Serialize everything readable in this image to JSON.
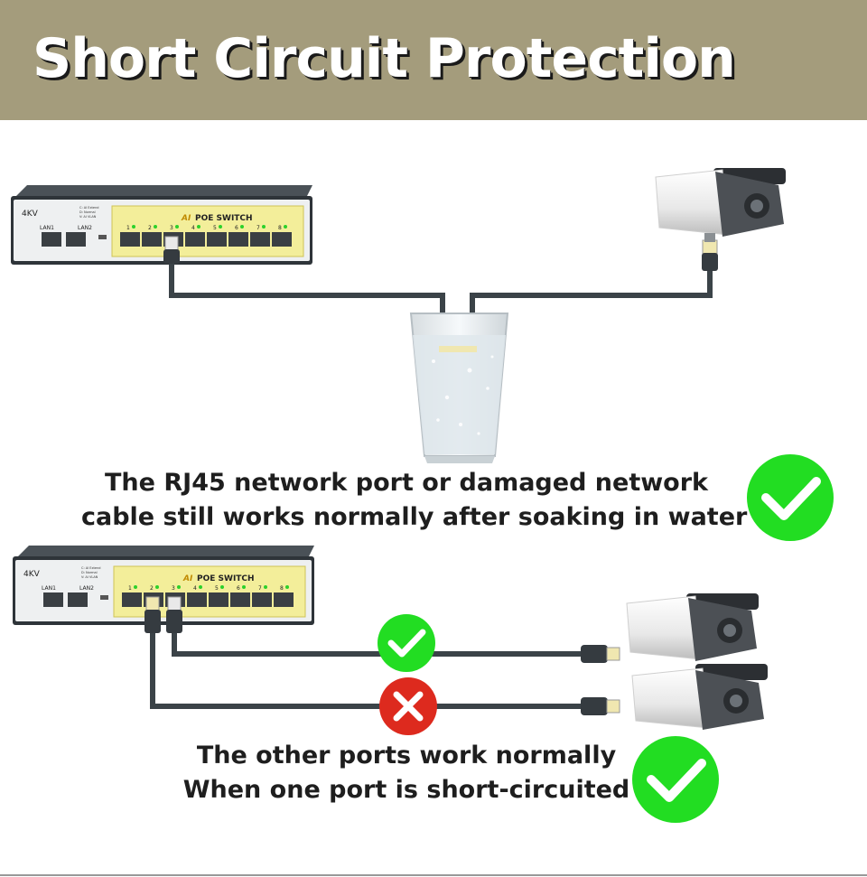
{
  "title": "Short Circuit Protection",
  "switch": {
    "brand": "4KV",
    "name_prefix": "AI",
    "name": "POE SWITCH",
    "ports": [
      "1",
      "2",
      "3",
      "4",
      "5",
      "6",
      "7",
      "8"
    ],
    "uplinks": [
      "LAN1",
      "LAN2"
    ],
    "legend": [
      "C: AI Extend",
      "D: Normal",
      "V: AI VLAN"
    ]
  },
  "captions": {
    "water_line1": "The RJ45 network port or damaged network",
    "water_line2": "cable still works normally after soaking in water",
    "short_line1": "The other ports work normally",
    "short_line2": "When one port is short-circuited"
  },
  "icons": {
    "ok": "check-icon",
    "fail": "cross-icon"
  },
  "colors": {
    "banner": "#a49c7c",
    "ok": "#22dd22",
    "fail": "#dd2a1e",
    "cable": "#3b4348",
    "panel": "#f3ee9a"
  }
}
